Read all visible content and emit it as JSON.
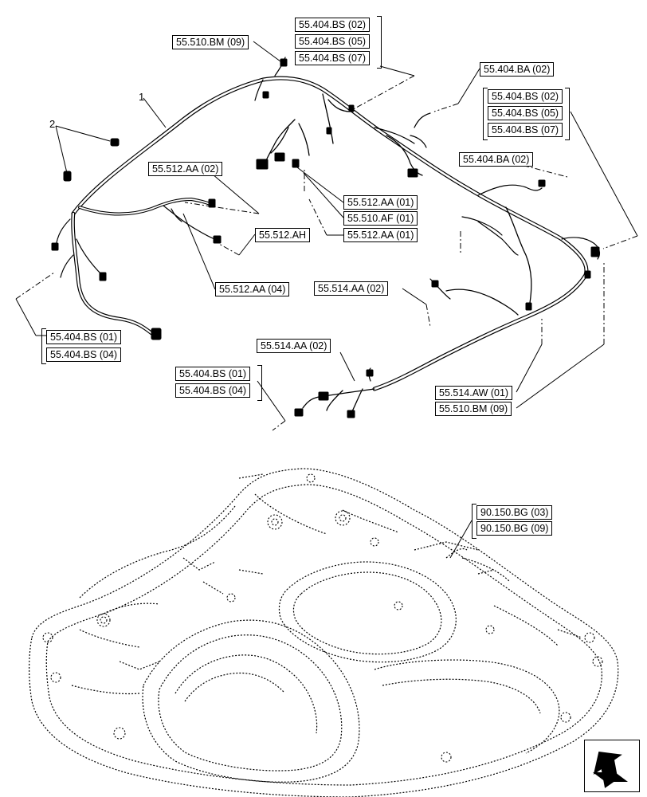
{
  "callouts": {
    "item1": "1",
    "item2": "2"
  },
  "refs": {
    "bm09_top": "55.510.BM (09)",
    "bs_group_top": [
      "55.404.BS (02)",
      "55.404.BS (05)",
      "55.404.BS (07)"
    ],
    "ba02_top": "55.404.BA (02)",
    "bs_group_right": [
      "55.404.BS (02)",
      "55.404.BS (05)",
      "55.404.BS (07)"
    ],
    "ba02_right": "55.404.BA (02)",
    "aa02_512": "55.512.AA (02)",
    "aa01_512_a": "55.512.AA (01)",
    "af01_510": "55.510.AF (01)",
    "aa01_512_b": "55.512.AA (01)",
    "ah_512": "55.512.AH",
    "aa04_512": "55.512.AA (04)",
    "aa02_514_a": "55.514.AA (02)",
    "bs_group_left": [
      "55.404.BS (01)",
      "55.404.BS (04)"
    ],
    "aa02_514_b": "55.514.AA (02)",
    "bs_group_bottom": [
      "55.404.BS (01)",
      "55.404.BS (04)"
    ],
    "aw01_514": "55.514.AW (01)",
    "bm09_bottom": "55.510.BM (09)",
    "bg_group": [
      "90.150.BG (03)",
      "90.150.BG (09)"
    ]
  },
  "icons": {
    "nav": "next-page-arrow-icon"
  }
}
